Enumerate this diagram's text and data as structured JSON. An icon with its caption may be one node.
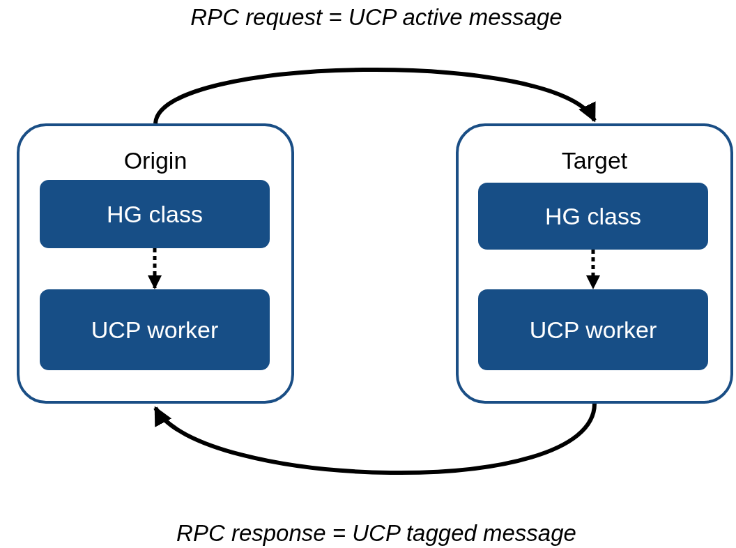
{
  "diagram": {
    "nodes": [
      {
        "text": [
          "Origin"
        ]
      },
      {
        "text": [
          "HG class"
        ],
        "in": 0
      },
      {
        "text": [
          "UCP worker"
        ],
        "in": 0
      },
      {
        "text": [
          "Target"
        ]
      },
      {
        "text": [
          "HG class"
        ],
        "in": 3
      },
      {
        "text": [
          "UCP worker"
        ],
        "in": 3
      }
    ],
    "edges": [
      {
        "from": 0,
        "to": 3,
        "arrow": "to",
        "label": "RPC request = UCP active message"
      },
      {
        "from": 3,
        "to": 0,
        "arrow": "to",
        "label": "RPC response = UCP tagged message"
      },
      {
        "from": 1,
        "to": 2,
        "arrow": "to",
        "style": "dashed"
      },
      {
        "from": 4,
        "to": 5,
        "arrow": "to",
        "style": "dashed"
      }
    ]
  }
}
